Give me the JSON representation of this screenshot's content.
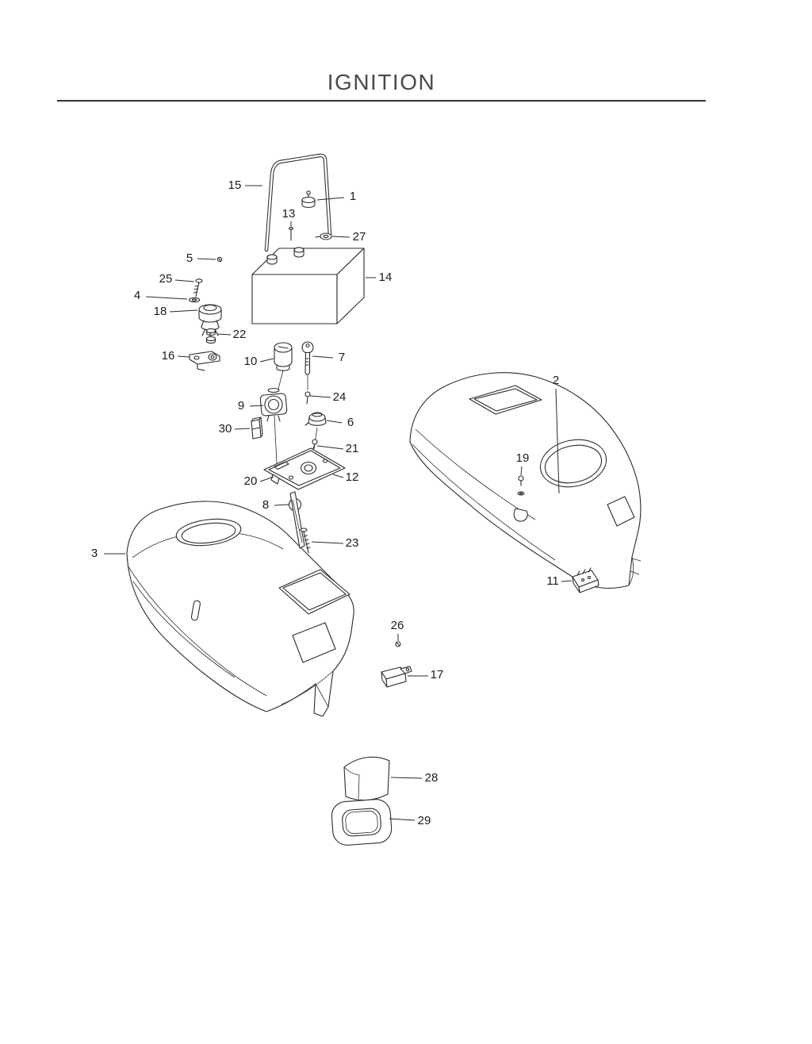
{
  "title": "IGNITION",
  "callouts": [
    {
      "n": "15"
    },
    {
      "n": "1"
    },
    {
      "n": "13"
    },
    {
      "n": "27"
    },
    {
      "n": "5"
    },
    {
      "n": "25"
    },
    {
      "n": "4"
    },
    {
      "n": "14"
    },
    {
      "n": "18"
    },
    {
      "n": "22"
    },
    {
      "n": "16"
    },
    {
      "n": "10"
    },
    {
      "n": "7"
    },
    {
      "n": "24"
    },
    {
      "n": "9"
    },
    {
      "n": "6"
    },
    {
      "n": "30"
    },
    {
      "n": "21"
    },
    {
      "n": "12"
    },
    {
      "n": "20"
    },
    {
      "n": "8"
    },
    {
      "n": "2"
    },
    {
      "n": "19"
    },
    {
      "n": "3"
    },
    {
      "n": "23"
    },
    {
      "n": "11"
    },
    {
      "n": "26"
    },
    {
      "n": "17"
    },
    {
      "n": "28"
    },
    {
      "n": "29"
    }
  ]
}
